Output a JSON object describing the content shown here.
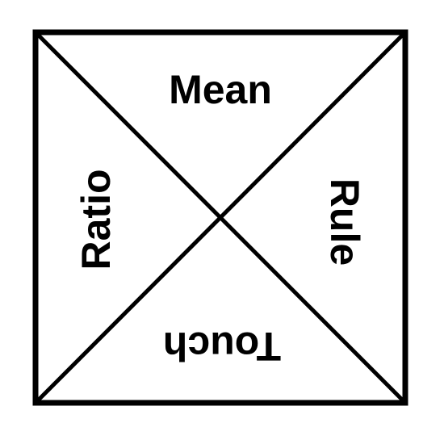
{
  "diagram": {
    "quadrants": {
      "top": "Mean",
      "right": "Rule",
      "bottom": "Touch",
      "left": "Ratio"
    },
    "colors": {
      "stroke": "#000000",
      "background": "#ffffff",
      "text": "#000000"
    }
  }
}
